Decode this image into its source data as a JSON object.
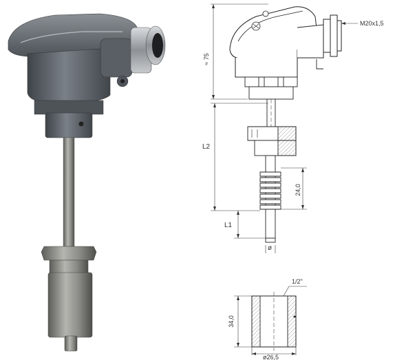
{
  "product_photo": {
    "description_hidden": true
  },
  "drawing": {
    "thread_label": "M20x1,5",
    "head_height_label": "≈ 75",
    "length_l2_label": "L2",
    "length_l1_label": "L1",
    "spring_length_label": "24,0",
    "diameter_symbol": "ø"
  },
  "sleeve": {
    "thread_label": "1/2\"",
    "height_label": "34,0",
    "diameter_label": "ø26,5"
  },
  "colors": {
    "housing_gray": "#5b6066",
    "steel": "#8a8a86",
    "line": "#222222"
  }
}
